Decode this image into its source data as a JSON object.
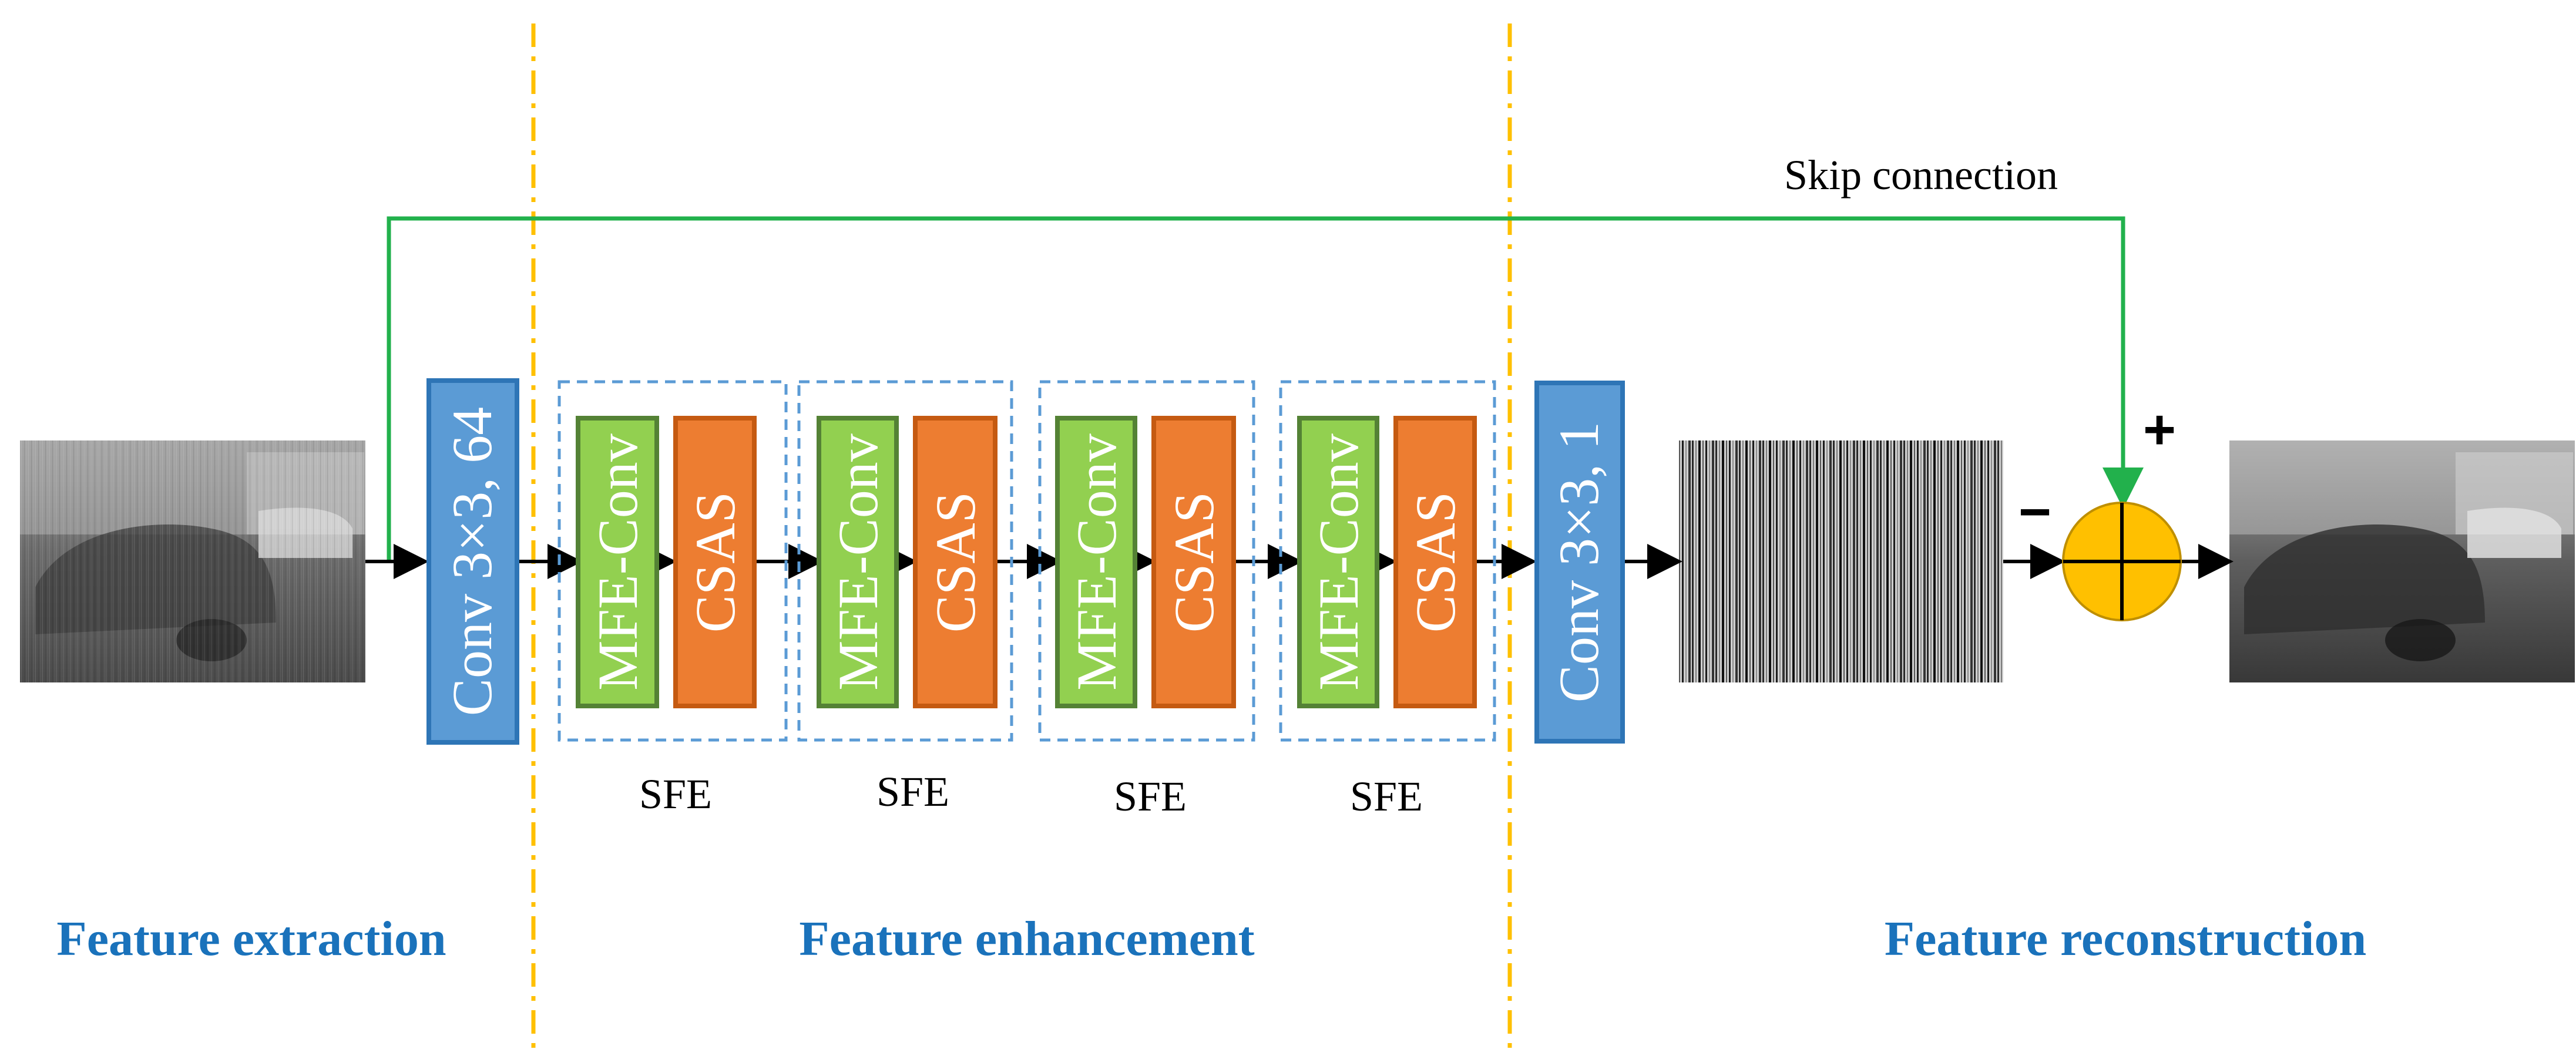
{
  "blocks": {
    "conv_first": "Conv 3×3, 64",
    "conv_last": "Conv 3×3, 1",
    "mfe": "MFE-Conv",
    "csas": "CSAS"
  },
  "sfe_labels": [
    "SFE",
    "SFE",
    "SFE",
    "SFE"
  ],
  "skip_label": "Skip connection",
  "sections": {
    "extraction": "Feature extraction",
    "enhancement": "Feature enhancement",
    "reconstruction": "Feature reconstruction"
  },
  "signs": {
    "plus": "+",
    "minus": "−"
  },
  "colors": {
    "conv_blue": "#5b9bd5",
    "conv_border": "#2e75b6",
    "mfe_green": "#92d050",
    "mfe_border": "#548235",
    "csas_orange": "#ed7d31",
    "csas_border": "#c55a11",
    "skip_green": "#22b14c",
    "divider_yellow": "#ffc000",
    "section_blue": "#1a72bb",
    "sum_fill": "#ffc000"
  }
}
